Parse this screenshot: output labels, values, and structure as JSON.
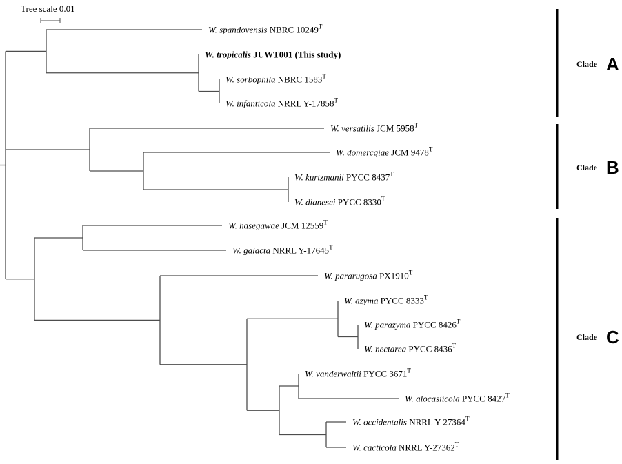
{
  "scale": {
    "label": "Tree scale 0.01"
  },
  "taxa": [
    {
      "genus": "W.",
      "species": "spandovensis",
      "strain": "NBRC 10249",
      "type_mark": "T",
      "bold": false,
      "note": ""
    },
    {
      "genus": "W.",
      "species": "tropicalis",
      "strain": "JUWT001",
      "type_mark": "",
      "bold": true,
      "note": "(This study)"
    },
    {
      "genus": "W.",
      "species": "sorbophila",
      "strain": "NBRC 1583",
      "type_mark": "T",
      "bold": false,
      "note": ""
    },
    {
      "genus": "W.",
      "species": "infanticola",
      "strain": "NRRL Y-17858",
      "type_mark": "T",
      "bold": false,
      "note": ""
    },
    {
      "genus": "W.",
      "species": "versatilis",
      "strain": "JCM 5958",
      "type_mark": "T",
      "bold": false,
      "note": ""
    },
    {
      "genus": "W.",
      "species": "domercqiae",
      "strain": "JCM 9478",
      "type_mark": "T",
      "bold": false,
      "note": ""
    },
    {
      "genus": "W.",
      "species": "kurtzmanii",
      "strain": "PYCC 8437",
      "type_mark": "T",
      "bold": false,
      "note": ""
    },
    {
      "genus": "W.",
      "species": "dianesei",
      "strain": "PYCC 8330",
      "type_mark": "T",
      "bold": false,
      "note": ""
    },
    {
      "genus": "W.",
      "species": "hasegawae",
      "strain": "JCM 12559",
      "type_mark": "T",
      "bold": false,
      "note": ""
    },
    {
      "genus": "W.",
      "species": "galacta",
      "strain": "NRRL Y-17645",
      "type_mark": "T",
      "bold": false,
      "note": ""
    },
    {
      "genus": "W.",
      "species": "pararugosa",
      "strain": "PX1910",
      "type_mark": "T",
      "bold": false,
      "note": ""
    },
    {
      "genus": "W.",
      "species": "azyma",
      "strain": "PYCC 8333",
      "type_mark": "T",
      "bold": false,
      "note": ""
    },
    {
      "genus": "W.",
      "species": "parazyma",
      "strain": "PYCC 8426",
      "type_mark": "T",
      "bold": false,
      "note": ""
    },
    {
      "genus": "W.",
      "species": "nectarea",
      "strain": "PYCC 8436",
      "type_mark": "T",
      "bold": false,
      "note": ""
    },
    {
      "genus": "W.",
      "species": "vanderwaltii",
      "strain": "PYCC 3671",
      "type_mark": "T",
      "bold": false,
      "note": ""
    },
    {
      "genus": "W.",
      "species": "alocasiicola",
      "strain": "PYCC 8427",
      "type_mark": "T",
      "bold": false,
      "note": ""
    },
    {
      "genus": "W.",
      "species": "occidentalis",
      "strain": "NRRL Y-27364",
      "type_mark": "T",
      "bold": false,
      "note": ""
    },
    {
      "genus": "W.",
      "species": "cacticola",
      "strain": "NRRL Y-27362",
      "type_mark": "T",
      "bold": false,
      "note": ""
    }
  ],
  "clades": [
    {
      "word": "Clade",
      "letter": "A"
    },
    {
      "word": "Clade",
      "letter": "B"
    },
    {
      "word": "Clade",
      "letter": "C"
    }
  ]
}
